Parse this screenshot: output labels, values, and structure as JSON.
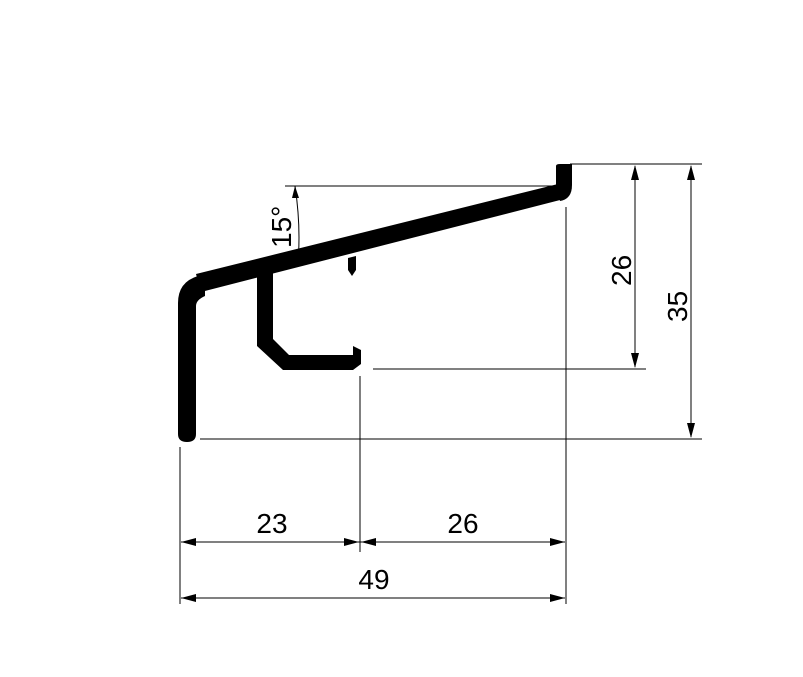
{
  "dimensions": {
    "left_width": "23",
    "right_width": "26",
    "total_width": "49",
    "inner_height": "26",
    "total_height": "35",
    "slope_angle": "15°"
  },
  "colors": {
    "line": "#000000",
    "background": "#ffffff"
  }
}
